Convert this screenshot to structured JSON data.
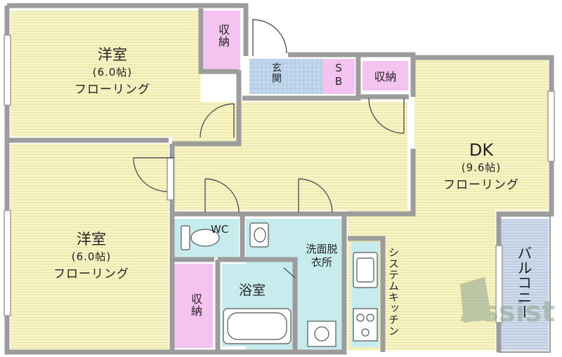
{
  "rooms": {
    "western_room_1": {
      "name": "洋室",
      "size": "(6.0帖)",
      "floor": "フローリング"
    },
    "western_room_2": {
      "name": "洋室",
      "size": "(6.0帖)",
      "floor": "フローリング"
    },
    "dk": {
      "name": "DK",
      "size": "(9.6帖)",
      "floor": "フローリング"
    },
    "storage_1": "収納",
    "storage_2": "収納",
    "storage_3": "収納",
    "entrance": "玄関",
    "shoe_box": "SB",
    "wc": "WC",
    "washroom": "洗面脱衣所",
    "bathroom": "浴室",
    "kitchen": "システムキッチン",
    "balcony": "バルコニー"
  },
  "watermark": "Assist",
  "colors": {
    "room_fill": "#f7f3c4",
    "room_stripe": "#ebe6aa",
    "wet_area": "#c6ecee",
    "storage": "#f5c3ef",
    "entrance_tile": "#b7cde6",
    "balcony": "#c9d6e8",
    "wall": "#9c9c9c",
    "watermark": "#8fa58f"
  }
}
